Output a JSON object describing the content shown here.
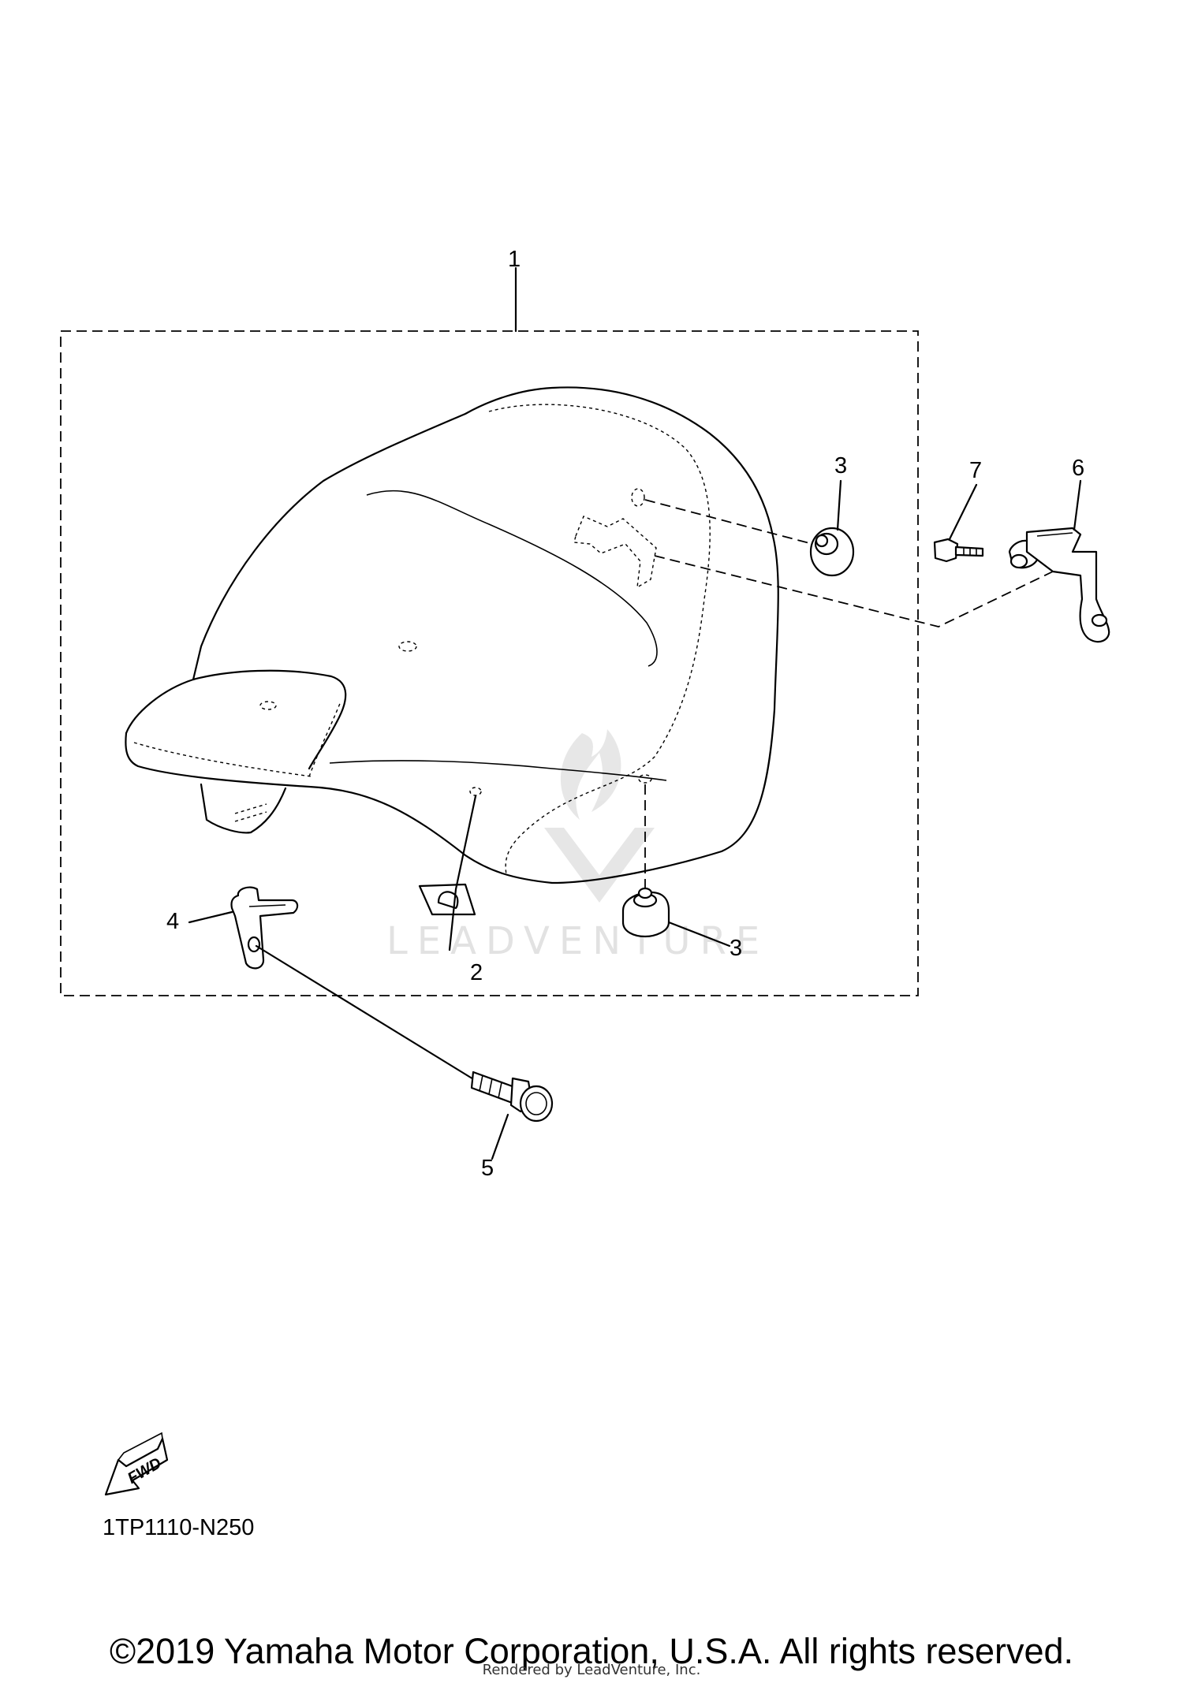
{
  "diagram": {
    "callouts": [
      {
        "id": "c1",
        "label": "1"
      },
      {
        "id": "c2",
        "label": "2"
      },
      {
        "id": "c3a",
        "label": "3"
      },
      {
        "id": "c3b",
        "label": "3"
      },
      {
        "id": "c4",
        "label": "4"
      },
      {
        "id": "c5",
        "label": "5"
      },
      {
        "id": "c6",
        "label": "6"
      },
      {
        "id": "c7",
        "label": "7"
      }
    ],
    "fwd_label": "FWD",
    "diagram_code": "1TP1110-N250",
    "watermark": "LEADVENTURE"
  },
  "footer": {
    "copyright": "©2019 Yamaha Motor Corporation, U.S.A. All rights reserved.",
    "rendered_by": "Rendered by LeadVenture, Inc."
  }
}
